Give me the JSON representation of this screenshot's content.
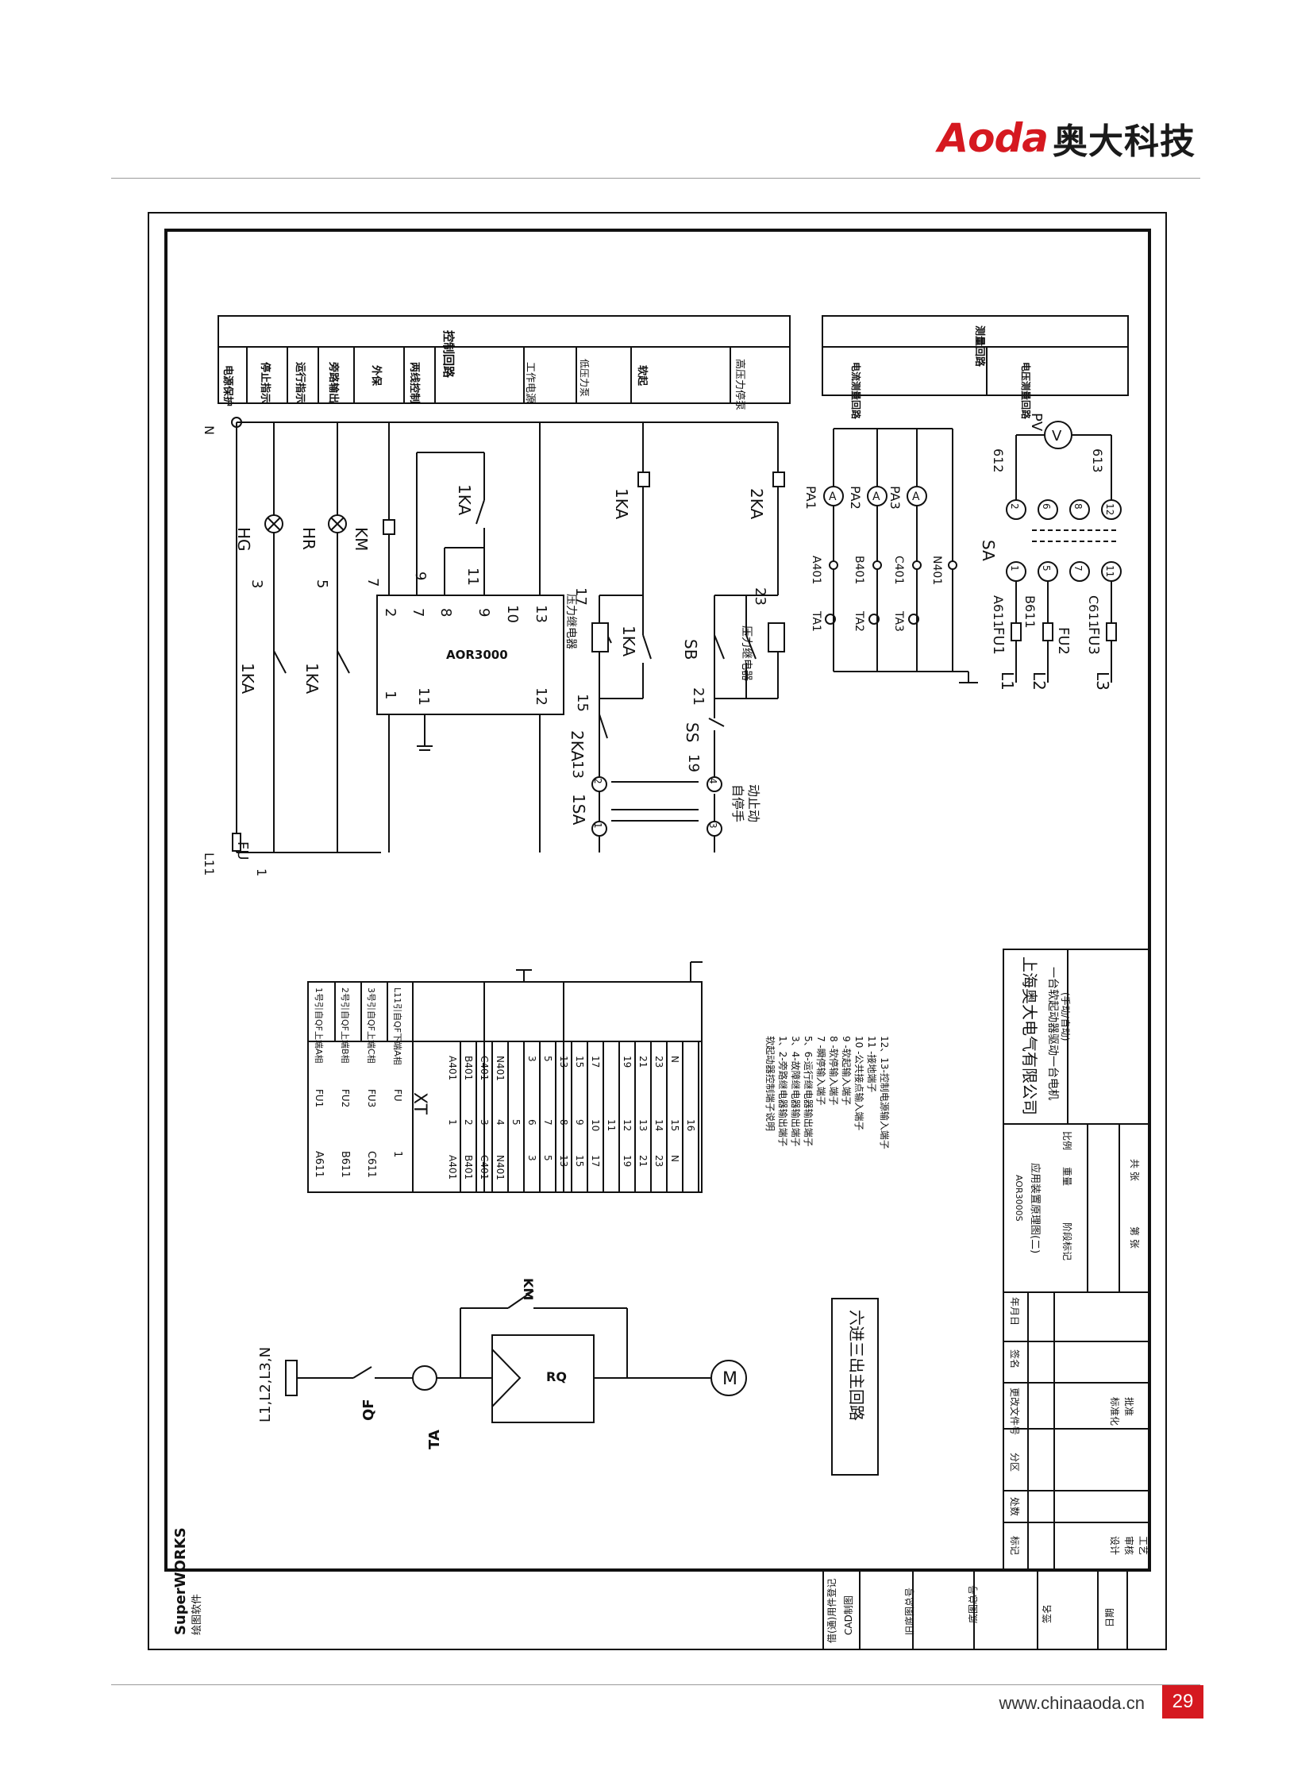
{
  "header": {
    "brand": "Aoda",
    "brand_cn": "奥大科技"
  },
  "footer": {
    "url": "www.chinaaoda.cn",
    "page_number": "29"
  },
  "diagram": {
    "control_circuit_title": "控制回路",
    "control_sections": [
      "电源保护",
      "停止指示",
      "运行指示",
      "旁路输出",
      "外保",
      "两线控制",
      "工作电源",
      "低压力泵",
      "软起",
      "高压力停泵"
    ],
    "measure_circuit_title": "测量回路",
    "measure_sections": [
      "电流测量回路",
      "电压测量回路"
    ],
    "controller_label": "AOR3000",
    "controller_pins": {
      "top": [
        "2",
        "7",
        "8",
        "9",
        "10",
        "13"
      ],
      "bottom": [
        "1",
        "11",
        "12"
      ]
    },
    "control_labels": {
      "N": "N",
      "L11": "L11",
      "FU": "FU",
      "one": "1",
      "HG": "HG",
      "HR": "HR",
      "KM": "KM",
      "KA1": "1KA",
      "KA2": "2KA",
      "w3": "3",
      "w5": "5",
      "w7": "7",
      "w9": "9",
      "w11": "11",
      "w13": "13",
      "w15": "15",
      "w17": "17",
      "w19": "19",
      "w21": "21",
      "w23": "23",
      "pressure_relay": "压力继电器",
      "SB": "SB",
      "SS": "SS",
      "SA1": "1SA",
      "auto_manual_stop": "自停手",
      "auto_manual_stop2": "动止动",
      "sa_pins": [
        "1",
        "2",
        "3",
        "4"
      ]
    },
    "measure_labels": {
      "PA1": "PA1",
      "PA2": "PA2",
      "PA3": "PA3",
      "PV": "PV",
      "SA": "SA",
      "TA1": "TA1",
      "TA2": "TA2",
      "TA3": "TA3",
      "A401": "A401",
      "B401": "B401",
      "C401": "C401",
      "N401": "N401",
      "A611": "A611",
      "B611": "B611",
      "C611": "C611",
      "FU1": "FU1",
      "FU2": "FU2",
      "FU3": "FU3",
      "L1": "L1",
      "L2": "L2",
      "L3": "L3",
      "v612": "612",
      "v613": "613",
      "sa_numbers": [
        "1",
        "2",
        "5",
        "6",
        "7",
        "8",
        "11",
        "12"
      ]
    },
    "main_circuit": {
      "supply": "L1,L2,L3,N",
      "QF": "QF",
      "TA": "TA",
      "RQ": "RQ",
      "KM": "KM",
      "M": "M",
      "title": "六进三出主回路"
    },
    "terminal_block": {
      "xt_label": "XT",
      "fuse_rows": [
        [
          "A611",
          "FU1",
          "1号引自QF上端A相"
        ],
        [
          "B611",
          "FU2",
          "2号引自QF上端B相"
        ],
        [
          "C611",
          "FU3",
          "3号引自QF上端C相"
        ],
        [
          "1",
          "FU",
          "L11引自QF下端A相"
        ]
      ],
      "rows": [
        [
          "A401",
          "1",
          "A401"
        ],
        [
          "B401",
          "2",
          "B401"
        ],
        [
          "C401",
          "3",
          "C401"
        ],
        [
          "N401",
          "4",
          "N401"
        ],
        [
          "",
          "5",
          ""
        ],
        [
          "3",
          "6",
          "3"
        ],
        [
          "5",
          "7",
          "5"
        ],
        [
          "13",
          "8",
          "13"
        ],
        [
          "15",
          "9",
          "15"
        ],
        [
          "17",
          "10",
          "17"
        ],
        [
          "",
          "11",
          ""
        ],
        [
          "19",
          "12",
          "19"
        ],
        [
          "21",
          "13",
          "21"
        ],
        [
          "23",
          "14",
          "23"
        ],
        [
          "N",
          "15",
          "N"
        ],
        [
          "",
          "16",
          ""
        ]
      ]
    },
    "terminal_notes": [
      "软起动器控制端子说明",
      "1、2-旁路继电器输出端子",
      "3、4-故障继电器输出端子",
      "5、6-运行继电器输出端子",
      "7 -瞬停输入端子",
      "8 -软停输入端子",
      "9 -软起输入端子",
      "10 -公共接点输入端子",
      "11 -接地端子",
      "12、13-控制电源输入端子"
    ],
    "title_block": {
      "company": "上海奥大电气有限公司",
      "drawing_title": "一台软起动器驱动一台电机",
      "drawing_subtitle": "(手动/自动)",
      "model": "AOR3000S",
      "app_title": "应用装置原理图(二)",
      "stage_mark": "阶段标记",
      "weight": "重量",
      "scale": "比例",
      "sheet_of": "共  张",
      "sheet_no": "第  张",
      "rev_headers": [
        "标记",
        "处数",
        "分区",
        "更改文件号",
        "签名",
        "年月日"
      ],
      "sign_rows": [
        "设计",
        "审核",
        "标准化",
        "批准",
        "工艺"
      ]
    },
    "left_strip": {
      "software": "SuperWORKS",
      "software_cn": "绘图软件",
      "items": [
        "借(通)用件登记",
        "CAD制图",
        "旧底图总号",
        "底图总号",
        "签名",
        "日期"
      ]
    }
  }
}
